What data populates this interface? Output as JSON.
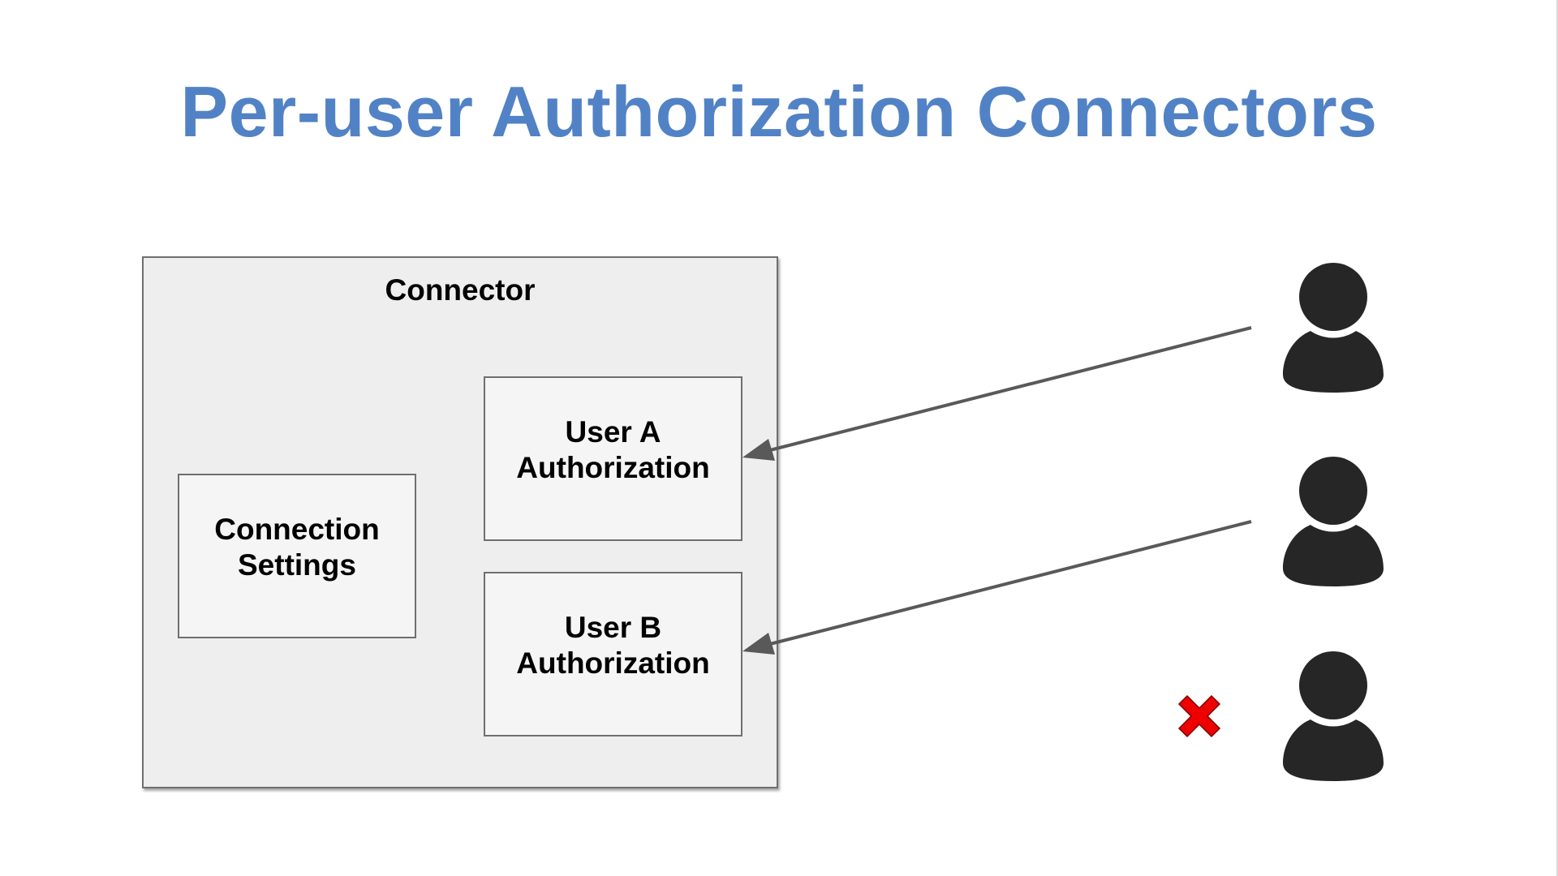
{
  "slide": {
    "title": "Per-user Authorization Connectors",
    "title_color": "#5282c6"
  },
  "diagram": {
    "connector_label": "Connector",
    "connection_settings_label": "Connection\nSettings",
    "user_a_label": "User A\nAuthorization",
    "user_b_label": "User B\nAuthorization",
    "users": [
      {
        "id": "user-a",
        "icon": "person-icon",
        "authorized": true
      },
      {
        "id": "user-b",
        "icon": "person-icon",
        "authorized": true
      },
      {
        "id": "user-c",
        "icon": "person-icon",
        "authorized": false,
        "marker": "red-x-icon"
      }
    ],
    "colors": {
      "arrow": "#595959",
      "person": "#262626",
      "denied": "#ee0000"
    }
  }
}
